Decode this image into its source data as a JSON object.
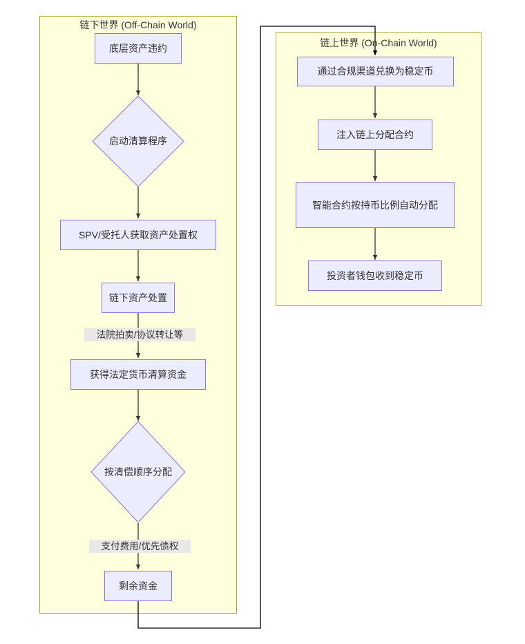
{
  "diagram": {
    "type": "flowchart",
    "title_offchain": "链下世界 (Off-Chain World)",
    "title_onchain": "链上世界 (On-Chain World)",
    "colors": {
      "subgraph_fill": "#FFFFDE",
      "subgraph_stroke": "#AAAA33",
      "node_fill": "#ECECFF",
      "node_stroke": "#9370DB",
      "edge_stroke": "#333333",
      "cross_edge_stroke": "#000000",
      "text": "#333333",
      "edge_label_bg": "#E8E8E8"
    },
    "offchain": {
      "label": "链下世界 (Off-Chain World)",
      "nodes": [
        {
          "id": "a1",
          "shape": "rect",
          "label": "底层资产违约"
        },
        {
          "id": "a2",
          "shape": "diamond",
          "label": "启动清算程序"
        },
        {
          "id": "a3",
          "shape": "rect",
          "label": "SPV/受托人获取资产处置权"
        },
        {
          "id": "a4",
          "shape": "rect",
          "label": "链下资产处置"
        },
        {
          "id": "a5",
          "shape": "rect",
          "label": "获得法定货币清算资金"
        },
        {
          "id": "a6",
          "shape": "diamond",
          "label": "按清偿顺序分配"
        },
        {
          "id": "a7",
          "shape": "rect",
          "label": "剩余资金"
        }
      ],
      "edge_labels": [
        {
          "id": "e_a4_a5",
          "label": "法院拍卖/协议转让等"
        },
        {
          "id": "e_a6_a7",
          "label": "支付费用/优先债权"
        }
      ]
    },
    "onchain": {
      "label": "链上世界 (On-Chain World)",
      "nodes": [
        {
          "id": "b1",
          "shape": "rect",
          "label": "通过合规渠道兑换为稳定币"
        },
        {
          "id": "b2",
          "shape": "rect",
          "label": "注入链上分配合约"
        },
        {
          "id": "b3",
          "shape": "rect",
          "label": "智能合约按持币比例自动分配"
        },
        {
          "id": "b4",
          "shape": "rect",
          "label": "投资者钱包收到稳定币"
        }
      ]
    },
    "cross_edge": {
      "from": "剩余资金",
      "to": "通过合规渠道兑换为稳定币",
      "label": ""
    }
  }
}
